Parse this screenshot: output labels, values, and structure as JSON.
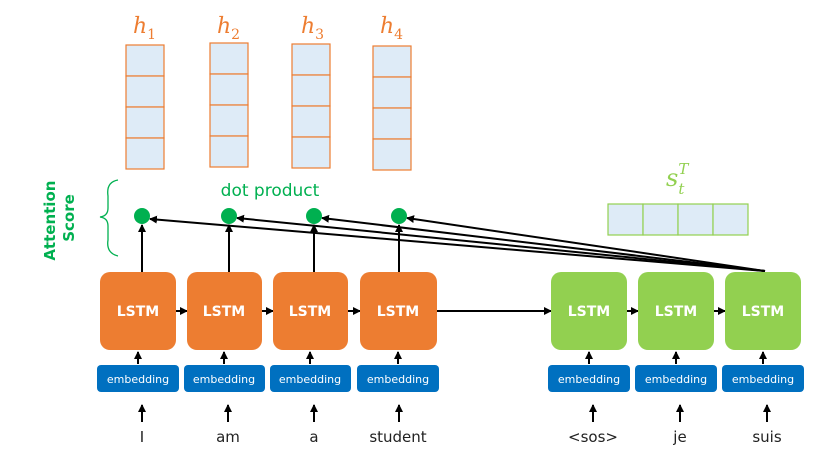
{
  "colors": {
    "encoder_lstm": "#ED7D31",
    "decoder_lstm": "#92D050",
    "embedding": "#0070C0",
    "attention_green": "#00B050",
    "hidden_state_fill": "#DEEBF7",
    "hidden_state_border_orange": "#ED7D31",
    "decoder_state_border_green": "#92D050",
    "arrow": "#000000"
  },
  "hidden_states": [
    {
      "base": "h",
      "sub": "1"
    },
    {
      "base": "h",
      "sub": "2"
    },
    {
      "base": "h",
      "sub": "3"
    },
    {
      "base": "h",
      "sub": "4"
    }
  ],
  "decoder_state_label": {
    "base": "s",
    "sub": "t",
    "sup": "T"
  },
  "attention_label": {
    "line1": "Attention",
    "line2": "Score"
  },
  "dot_product_label": "dot product",
  "encoder": {
    "lstm_label": "LSTM",
    "embedding_label": "embedding",
    "words": [
      "I",
      "am",
      "a",
      "student"
    ]
  },
  "decoder": {
    "lstm_label": "LSTM",
    "embedding_label": "embedding",
    "words": [
      "<sos>",
      "je",
      "suis"
    ]
  }
}
